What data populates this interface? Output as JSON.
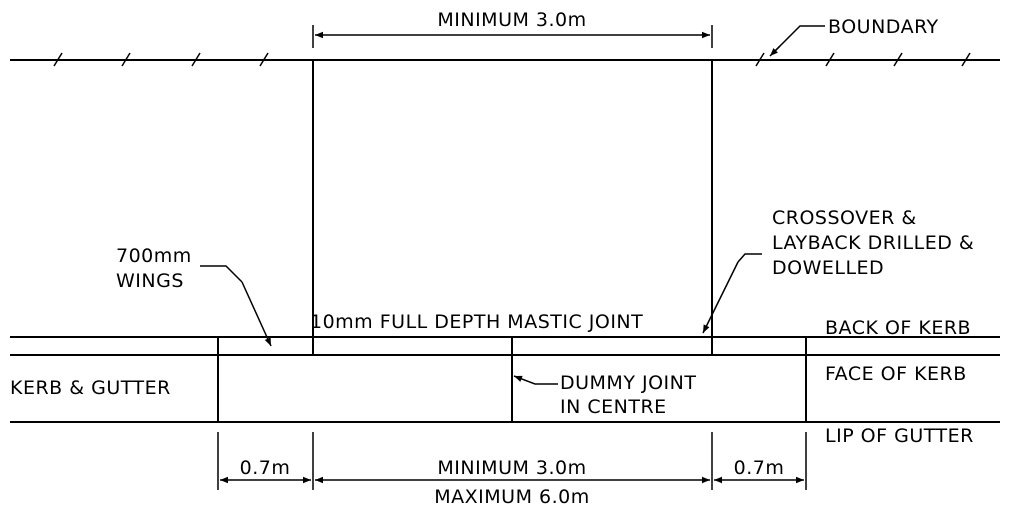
{
  "labels": {
    "min_top": "MINIMUM 3.0m",
    "boundary": "BOUNDARY",
    "wings_1": "700mm",
    "wings_2": "WINGS",
    "crossover_1": "CROSSOVER &",
    "crossover_2": "LAYBACK DRILLED &",
    "crossover_3": "DOWELLED",
    "mastic": "10mm FULL DEPTH MASTIC JOINT",
    "back_kerb": "BACK OF KERB",
    "face_kerb": "FACE OF KERB",
    "lip_gutter": "LIP OF GUTTER",
    "kerb_gutter": "KERB & GUTTER",
    "dummy_1": "DUMMY JOINT",
    "dummy_2": "IN CENTRE",
    "dim_left": "0.7m",
    "dim_mid": "MINIMUM 3.0m",
    "dim_right": "0.7m",
    "dim_max": "MAXIMUM 6.0m"
  }
}
